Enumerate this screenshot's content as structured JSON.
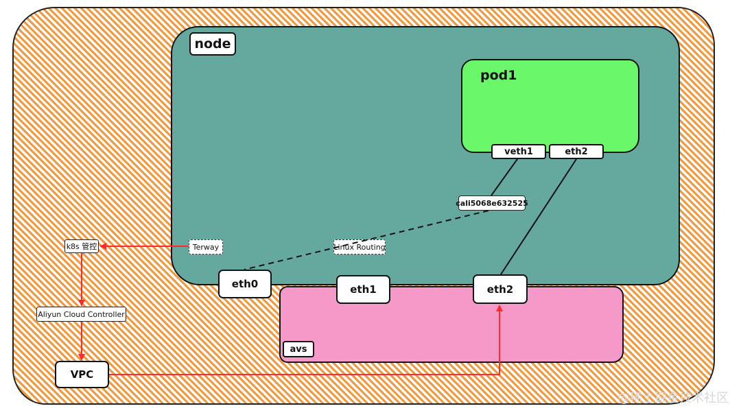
{
  "labels": {
    "node": "node",
    "pod": "pod1",
    "veth1": "veth1",
    "pod_eth2": "eth2",
    "cali": "cali5068e632525",
    "linux_routing": "Linux Routing",
    "terway": "Terway",
    "k8s": "k8s 管控",
    "aliyun_cc": "Aliyun Cloud Controller",
    "vpc": "VPC",
    "eth0": "eth0",
    "eth1": "eth1",
    "eth2": "eth2",
    "avs": "avs"
  },
  "watermark": "@稀土掘金技术社区",
  "colors": {
    "outer_stripe": "#f2993b",
    "node": "#65a89d",
    "pod": "#6af76a",
    "avs": "#f599c8",
    "arrow": "#ff2a2a"
  }
}
